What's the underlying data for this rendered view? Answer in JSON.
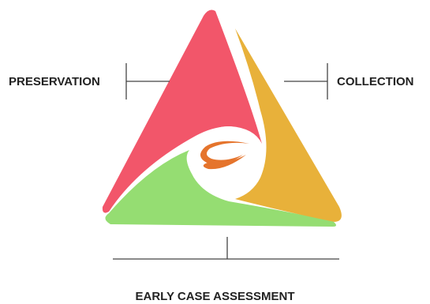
{
  "labels": {
    "preservation": "PRESERVATION",
    "collection": "COLLECTION",
    "early_case_assessment": "EARLY CASE ASSESSMENT"
  },
  "colors": {
    "preservation": "#f2566a",
    "collection": "#e8b13a",
    "early_case_assessment": "#95dd72",
    "logo": "#e5742c",
    "connector_lines": "#444444"
  },
  "logo": {
    "icon": "swoosh-logo-icon"
  }
}
